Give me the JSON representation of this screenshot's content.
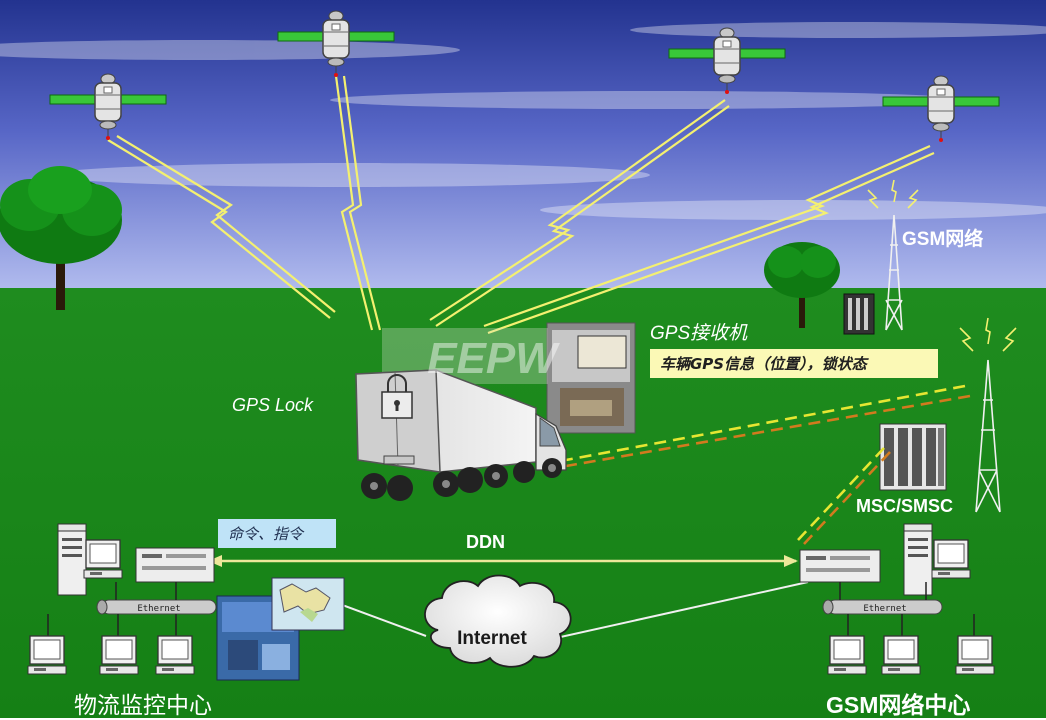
{
  "labels": {
    "gsm_network": "GSM网络",
    "gps_receiver": "GPS接收机",
    "vehicle_status": "车辆GPS信息（位置），锁状态",
    "gps_lock": "GPS Lock",
    "msc_smsc": "MSC/SMSC",
    "commands": "命令、指令",
    "ddn": "DDN",
    "internet": "Internet",
    "ethernet_left": "Ethernet",
    "ethernet_right": "Ethernet",
    "logistics_center": "物流监控中心",
    "gsm_center": "GSM网络中心",
    "watermark": "EEPW"
  },
  "colors": {
    "sky_top": "#2a3a9a",
    "sky_bottom": "#aab6ec",
    "grass": "#1d8a1d",
    "gps_link": "#f4f070",
    "gsm_link_yellow": "#e6e632",
    "gsm_link_orange": "#d27a1e",
    "ddn_line": "#ece89a"
  }
}
